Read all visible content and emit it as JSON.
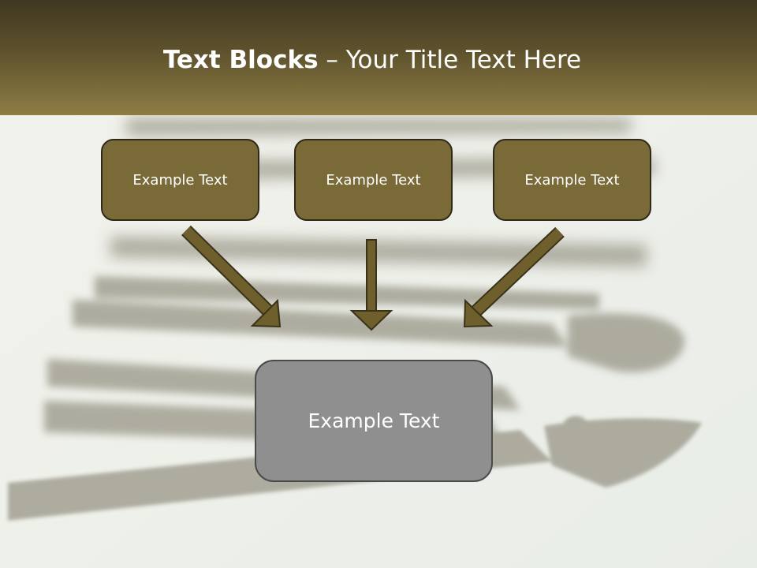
{
  "slide": {
    "title_bold": "Text Blocks",
    "title_rest": " – Your Title Text Here",
    "blocks": [
      {
        "label": "Example Text"
      },
      {
        "label": "Example Text"
      },
      {
        "label": "Example Text"
      }
    ],
    "target": {
      "label": "Example Text"
    }
  },
  "colors": {
    "header_top": "#403720",
    "header_bottom": "#8e7d44",
    "block_fill": "#7a6a37",
    "target_fill": "#8f8f8f",
    "arrow_fill": "#6f5f2c"
  },
  "icons": {
    "background": "pliers-photo"
  }
}
